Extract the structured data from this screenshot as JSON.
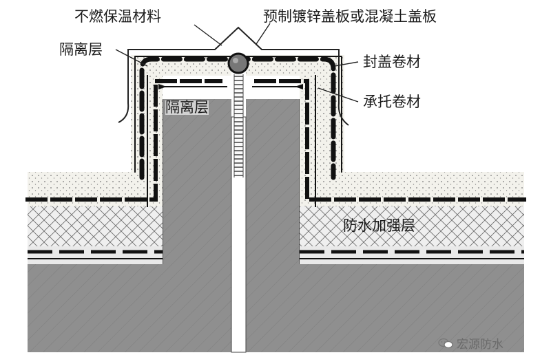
{
  "labels": {
    "insulation": "不燃保温材料",
    "cover_plate": "预制镀锌盖板或混凝土盖板",
    "isolation_outer": "隔离层",
    "sealing_membrane": "封盖卷材",
    "supporting_membrane": "承托卷材",
    "isolation_inner": "隔离层",
    "reinforcement_layer": "防水加强层"
  },
  "watermark": {
    "text": "宏源防水",
    "icon": "wechat-icon"
  },
  "colors": {
    "concrete": "#8c8c8c",
    "insulation_fill": "#f4f4f0",
    "crosshatch": "#d9d9d9",
    "membrane": "#111111",
    "line": "#222222"
  }
}
